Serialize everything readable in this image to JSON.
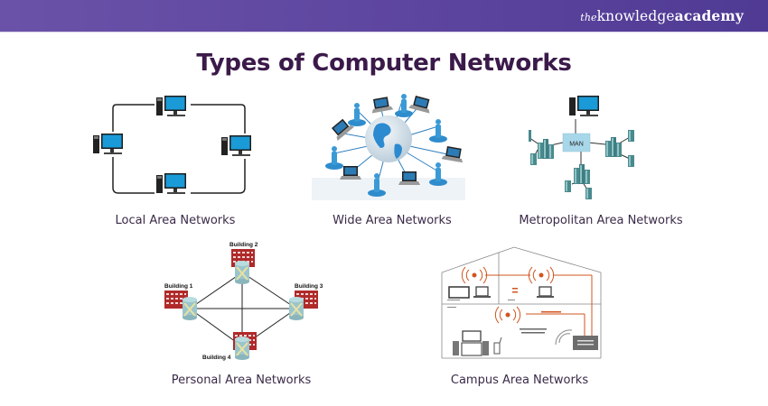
{
  "header": {
    "brand": {
      "prefix": "the",
      "part1": "knowledge",
      "part2": "academy"
    }
  },
  "title": "Types of Computer Networks",
  "networks": [
    {
      "id": "lan",
      "label": "Local Area Networks"
    },
    {
      "id": "wan",
      "label": "Wide Area Networks"
    },
    {
      "id": "man",
      "label": "Metropolitan Area Networks",
      "hub_label": "MAN"
    },
    {
      "id": "pan",
      "label": "Personal Area Networks",
      "buildings": [
        "Building 1",
        "Building 2",
        "Building 3",
        "Building 4"
      ]
    },
    {
      "id": "can",
      "label": "Campus Area Networks"
    }
  ],
  "colors": {
    "header": "#5b449e",
    "title": "#3b1a4a",
    "screen": "#1a9ad6",
    "building": "#b02a2a",
    "wifi": "#d2541e"
  }
}
